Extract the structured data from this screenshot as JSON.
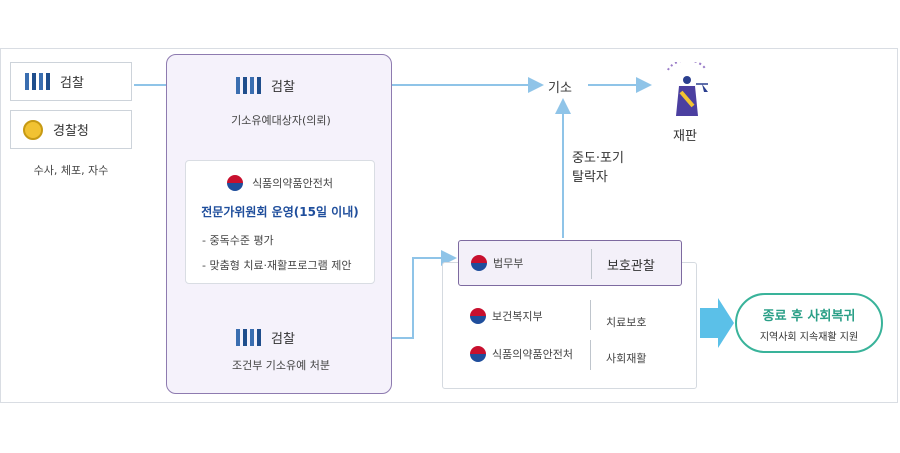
{
  "sources": {
    "prosecution": "검찰",
    "police": "경찰청",
    "police_caption": "수사, 체포, 자수"
  },
  "center": {
    "prosecution_top": "검찰",
    "top_caption": "기소유예대상자(의뢰)",
    "mfds": "식품의약품안전처",
    "committee_title": "전문가위원회 운영(15일 이내)",
    "bullets": [
      "- 중독수준 평가",
      "- 맞춤형 치료·재활프로그램 제안"
    ],
    "prosecution_bottom": "검찰",
    "bottom_caption": "조건부 기소유예 처분"
  },
  "right": {
    "indictment": "기소",
    "trial": "재판",
    "dropout": [
      "중도·포기",
      "탈락자"
    ],
    "moj": "법무부",
    "probation": "보호관찰",
    "mohw": "보건복지부",
    "treatment": "치료보호",
    "mfds": "식품의약품안전처",
    "rehab": "사회재활",
    "result_title": "종료 후 사회복귀",
    "result_sub": "지역사회 지속재활 지원"
  }
}
